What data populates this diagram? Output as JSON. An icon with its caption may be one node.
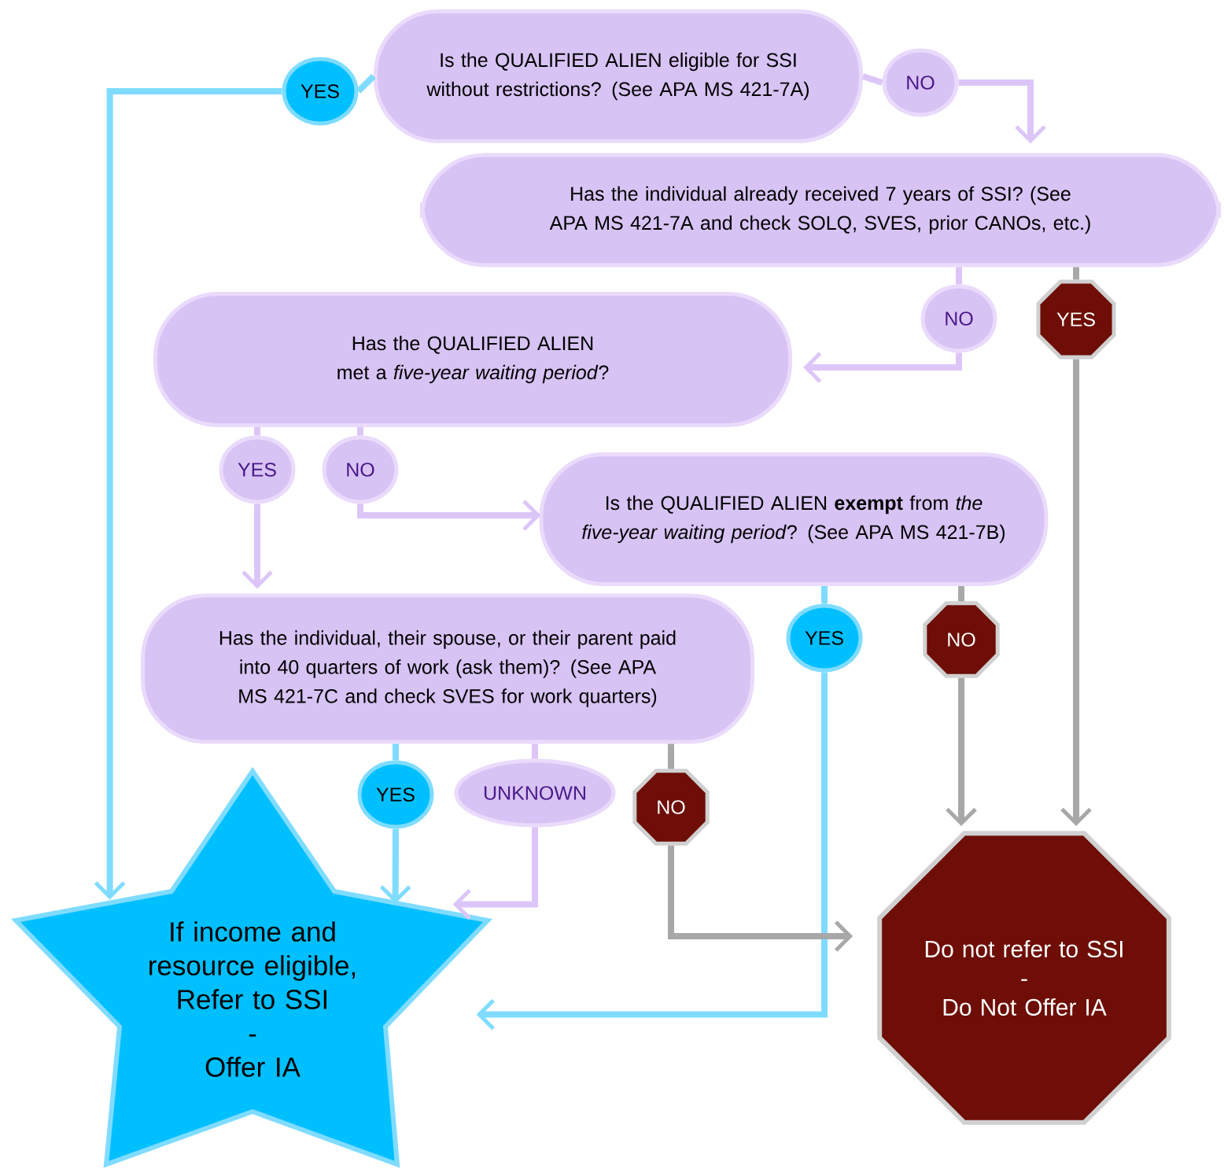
{
  "diagram": {
    "nodes": [
      {
        "text": [
          "Is the QUALIFIED ALIEN eligible for SSI without restrictions? (See APA MS 421-7A)"
        ]
      },
      {
        "text": [
          "YES"
        ]
      },
      {
        "text": [
          "NO"
        ]
      },
      {
        "text": [
          "Has the individual already received 7 years of SSI? (See APA MS 421-7A and check SOLQ, SVES, prior CANOs, etc.)"
        ]
      },
      {
        "text": [
          "NO"
        ]
      },
      {
        "text": [
          "YES"
        ]
      },
      {
        "text": [
          "Has the QUALIFIED ALIEN met a *five-year waiting period*?"
        ]
      },
      {
        "text": [
          "YES"
        ]
      },
      {
        "text": [
          "NO"
        ]
      },
      {
        "text": [
          "Is the QUALIFIED ALIEN **exempt** from *the five-year waiting period*? (See APA MS 421-7B)"
        ]
      },
      {
        "text": [
          "Has the individual, their spouse, or their parent paid into 40 quarters of work (ask them)? (See APA MS 421-7C and check SVES for work quarters)"
        ]
      },
      {
        "text": [
          "YES"
        ]
      },
      {
        "text": [
          "NO"
        ]
      },
      {
        "text": [
          "YES"
        ]
      },
      {
        "text": [
          "UNKNOWN"
        ]
      },
      {
        "text": [
          "NO"
        ]
      },
      {
        "text": [
          "If income and resource eligible, Refer to SSI",
          "-",
          "Offer IA"
        ]
      },
      {
        "text": [
          "Do not refer to SSI",
          "-",
          "Do Not Offer IA"
        ]
      }
    ],
    "edges": [
      {
        "from": 0,
        "to": 1,
        "arrow": "none",
        "color": "#7fdcff"
      },
      {
        "from": 1,
        "to": 16,
        "arrow": "to",
        "color": "#7fdcff"
      },
      {
        "from": 0,
        "to": 2,
        "arrow": "none"
      },
      {
        "from": 2,
        "to": 3,
        "arrow": "to"
      },
      {
        "from": 3,
        "to": 4,
        "arrow": "none"
      },
      {
        "from": 4,
        "to": 6,
        "arrow": "to"
      },
      {
        "from": 3,
        "to": 5,
        "arrow": "none",
        "color": "#a8a8a8"
      },
      {
        "from": 5,
        "to": 17,
        "arrow": "to",
        "color": "#a8a8a8"
      },
      {
        "from": 6,
        "to": 7,
        "arrow": "none"
      },
      {
        "from": 7,
        "to": 10,
        "arrow": "to"
      },
      {
        "from": 6,
        "to": 8,
        "arrow": "none"
      },
      {
        "from": 8,
        "to": 9,
        "arrow": "to"
      },
      {
        "from": 9,
        "to": 11,
        "arrow": "none",
        "color": "#7fdcff"
      },
      {
        "from": 11,
        "to": 16,
        "arrow": "to",
        "color": "#7fdcff"
      },
      {
        "from": 9,
        "to": 12,
        "arrow": "none",
        "color": "#a8a8a8"
      },
      {
        "from": 12,
        "to": 17,
        "arrow": "to",
        "color": "#a8a8a8"
      },
      {
        "from": 10,
        "to": 13,
        "arrow": "none",
        "color": "#7fdcff"
      },
      {
        "from": 13,
        "to": 16,
        "arrow": "to",
        "color": "#7fdcff"
      },
      {
        "from": 10,
        "to": 14,
        "arrow": "none"
      },
      {
        "from": 14,
        "to": 16,
        "arrow": "to"
      },
      {
        "from": 10,
        "to": 15,
        "arrow": "none",
        "color": "#a8a8a8"
      },
      {
        "from": 15,
        "to": 17,
        "arrow": "to",
        "color": "#a8a8a8"
      }
    ]
  }
}
